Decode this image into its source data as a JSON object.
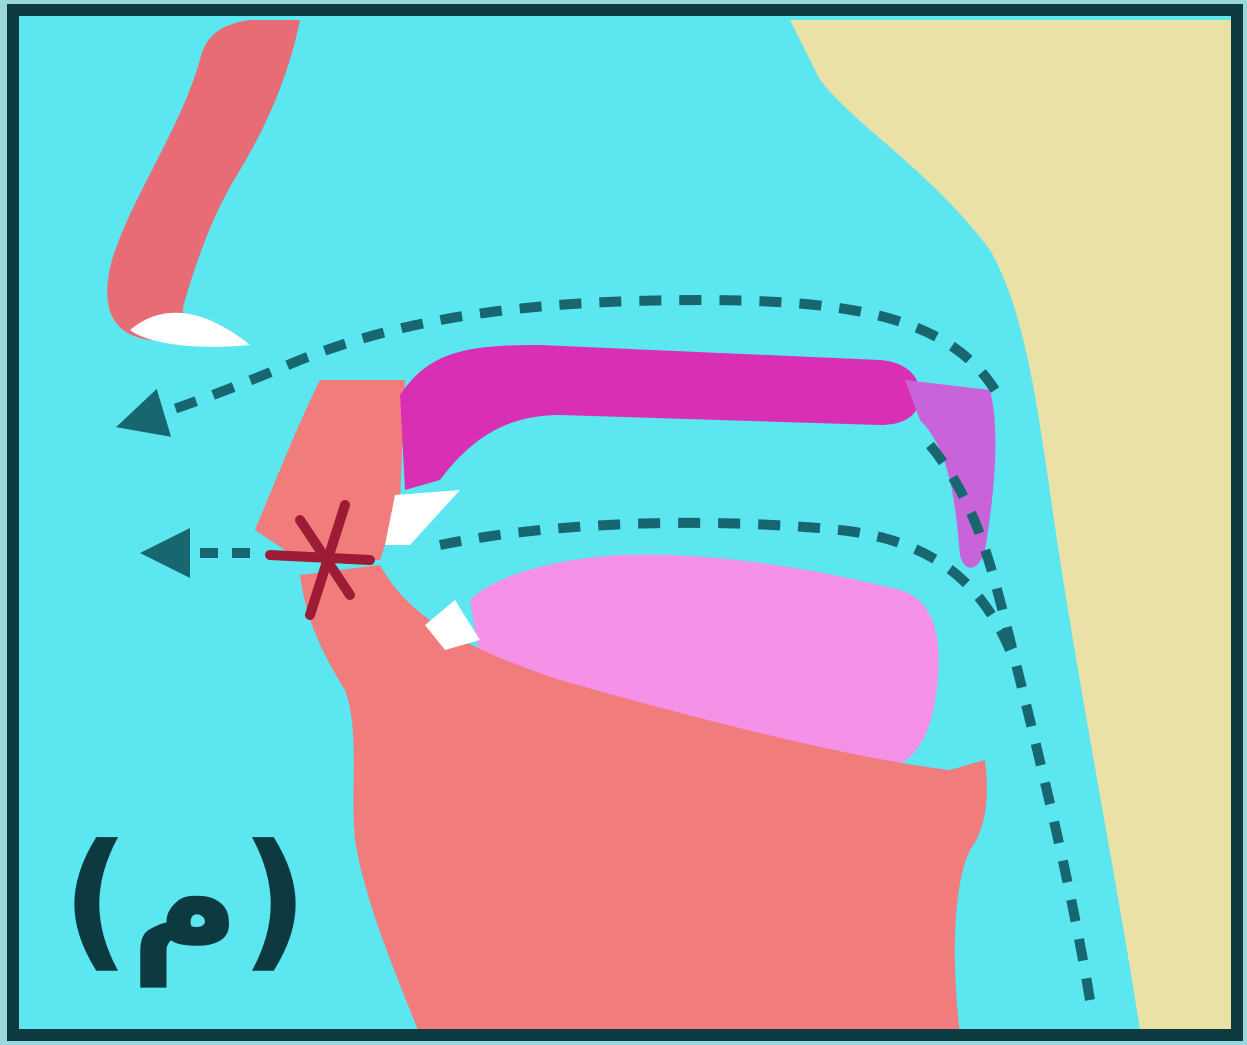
{
  "diagram": {
    "caption": "(م)",
    "colors": {
      "background": "#5CE6F0",
      "frame": "#0D3A40",
      "skin": "#E9E1A6",
      "lips_jaw": "#F07C7C",
      "palate": "#D92FB5",
      "tongue": "#F591E6",
      "nose": "#E86C75",
      "teeth": "#FFFFFF",
      "airflow": "#176670",
      "closure": "#9E1B36"
    },
    "icons": [
      "nose",
      "upper-lip",
      "lower-lip-jaw",
      "hard-palate",
      "soft-palate",
      "tongue",
      "upper-teeth",
      "lower-teeth",
      "airflow-arrow",
      "lip-closure-mark"
    ]
  }
}
